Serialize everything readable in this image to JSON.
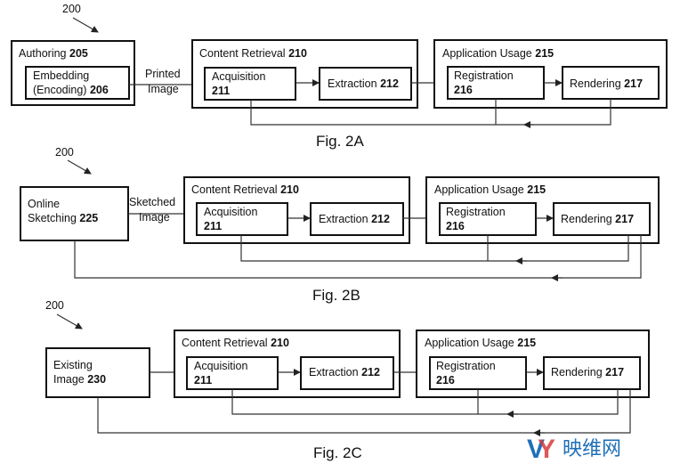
{
  "watermark": {
    "logo_text": "映维网",
    "accent": "#1f6fb8",
    "accent2": "#d93a3a"
  },
  "figA": {
    "ref": "200",
    "caption": "Fig. 2A",
    "authoring": {
      "label": "Authoring",
      "num": "205"
    },
    "embedding": {
      "line1": "Embedding",
      "line2": "(Encoding)",
      "num": "206"
    },
    "link": {
      "line1": "Printed",
      "line2": "Image"
    },
    "content": {
      "label": "Content Retrieval",
      "num": "210"
    },
    "acquisition": {
      "label": "Acquisition",
      "num": "211"
    },
    "extraction": {
      "label": "Extraction",
      "num": "212"
    },
    "app": {
      "label": "Application Usage",
      "num": "215"
    },
    "registration": {
      "label": "Registration",
      "num": "216"
    },
    "rendering": {
      "label": "Rendering",
      "num": "217"
    }
  },
  "figB": {
    "ref": "200",
    "caption": "Fig. 2B",
    "source": {
      "line1": "Online",
      "line2": "Sketching",
      "num": "225"
    },
    "link": {
      "line1": "Sketched",
      "line2": "Image"
    },
    "content": {
      "label": "Content Retrieval",
      "num": "210"
    },
    "acquisition": {
      "label": "Acquisition",
      "num": "211"
    },
    "extraction": {
      "label": "Extraction",
      "num": "212"
    },
    "app": {
      "label": "Application Usage",
      "num": "215"
    },
    "registration": {
      "label": "Registration",
      "num": "216"
    },
    "rendering": {
      "label": "Rendering",
      "num": "217"
    }
  },
  "figC": {
    "ref": "200",
    "caption": "Fig. 2C",
    "source": {
      "line1": "Existing",
      "line2": "Image",
      "num": "230"
    },
    "content": {
      "label": "Content Retrieval",
      "num": "210"
    },
    "acquisition": {
      "label": "Acquisition",
      "num": "211"
    },
    "extraction": {
      "label": "Extraction",
      "num": "212"
    },
    "app": {
      "label": "Application Usage",
      "num": "215"
    },
    "registration": {
      "label": "Registration",
      "num": "216"
    },
    "rendering": {
      "label": "Rendering",
      "num": "217"
    }
  }
}
